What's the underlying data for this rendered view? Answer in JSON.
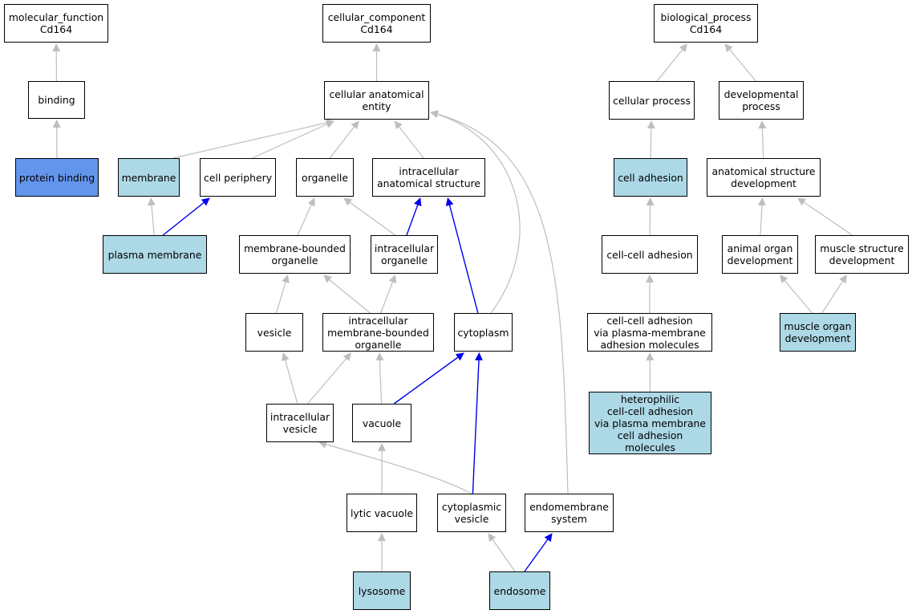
{
  "colors": {
    "edge_default": "#bebebe",
    "edge_highlight": "#0000ee",
    "node_highlight": "#add8e6",
    "node_strong": "#6495ed"
  },
  "nodes": [
    {
      "id": "mf_root",
      "label": "molecular_function\nCd164",
      "style": "plain"
    },
    {
      "id": "binding",
      "label": "binding",
      "style": "plain"
    },
    {
      "id": "protein_binding",
      "label": "protein binding",
      "style": "strong"
    },
    {
      "id": "cc_root",
      "label": "cellular_component\nCd164",
      "style": "plain"
    },
    {
      "id": "cae",
      "label": "cellular anatomical\nentity",
      "style": "plain"
    },
    {
      "id": "membrane",
      "label": "membrane",
      "style": "highlight"
    },
    {
      "id": "cell_periphery",
      "label": "cell periphery",
      "style": "plain"
    },
    {
      "id": "organelle",
      "label": "organelle",
      "style": "plain"
    },
    {
      "id": "ias",
      "label": "intracellular\nanatomical structure",
      "style": "plain"
    },
    {
      "id": "plasma_membrane",
      "label": "plasma membrane",
      "style": "highlight"
    },
    {
      "id": "mbo",
      "label": "membrane-bounded\norganelle",
      "style": "plain"
    },
    {
      "id": "io",
      "label": "intracellular\norganelle",
      "style": "plain"
    },
    {
      "id": "vesicle",
      "label": "vesicle",
      "style": "plain"
    },
    {
      "id": "imbo",
      "label": "intracellular\nmembrane-bounded\norganelle",
      "style": "plain"
    },
    {
      "id": "cytoplasm",
      "label": "cytoplasm",
      "style": "plain"
    },
    {
      "id": "iv",
      "label": "intracellular\nvesicle",
      "style": "plain"
    },
    {
      "id": "vacuole",
      "label": "vacuole",
      "style": "plain"
    },
    {
      "id": "lytic_vacuole",
      "label": "lytic vacuole",
      "style": "plain"
    },
    {
      "id": "cv",
      "label": "cytoplasmic\nvesicle",
      "style": "plain"
    },
    {
      "id": "es",
      "label": "endomembrane\nsystem",
      "style": "plain"
    },
    {
      "id": "lysosome",
      "label": "lysosome",
      "style": "highlight"
    },
    {
      "id": "endosome",
      "label": "endosome",
      "style": "highlight"
    },
    {
      "id": "bp_root",
      "label": "biological_process\nCd164",
      "style": "plain"
    },
    {
      "id": "cp",
      "label": "cellular process",
      "style": "plain"
    },
    {
      "id": "dp",
      "label": "developmental\nprocess",
      "style": "plain"
    },
    {
      "id": "cell_adhesion",
      "label": "cell adhesion",
      "style": "highlight"
    },
    {
      "id": "asd",
      "label": "anatomical structure\ndevelopment",
      "style": "plain"
    },
    {
      "id": "cca",
      "label": "cell-cell adhesion",
      "style": "plain"
    },
    {
      "id": "aod",
      "label": "animal organ\ndevelopment",
      "style": "plain"
    },
    {
      "id": "msd",
      "label": "muscle structure\ndevelopment",
      "style": "plain"
    },
    {
      "id": "ccapm",
      "label": "cell-cell adhesion\nvia plasma-membrane\nadhesion molecules",
      "style": "plain"
    },
    {
      "id": "mod",
      "label": "muscle organ\ndevelopment",
      "style": "highlight"
    },
    {
      "id": "hcca",
      "label": "heterophilic\ncell-cell adhesion\nvia plasma membrane\ncell adhesion\nmolecules",
      "style": "highlight"
    }
  ],
  "edges": [
    {
      "from": "binding",
      "to": "mf_root",
      "kind": "is_a"
    },
    {
      "from": "protein_binding",
      "to": "binding",
      "kind": "is_a"
    },
    {
      "from": "cae",
      "to": "cc_root",
      "kind": "is_a"
    },
    {
      "from": "membrane",
      "to": "cae",
      "kind": "is_a"
    },
    {
      "from": "cell_periphery",
      "to": "cae",
      "kind": "is_a"
    },
    {
      "from": "organelle",
      "to": "cae",
      "kind": "is_a"
    },
    {
      "from": "ias",
      "to": "cae",
      "kind": "is_a"
    },
    {
      "from": "cytoplasm",
      "to": "cae",
      "kind": "is_a"
    },
    {
      "from": "es",
      "to": "cae",
      "kind": "is_a"
    },
    {
      "from": "plasma_membrane",
      "to": "membrane",
      "kind": "is_a"
    },
    {
      "from": "plasma_membrane",
      "to": "cell_periphery",
      "kind": "part_of"
    },
    {
      "from": "mbo",
      "to": "organelle",
      "kind": "is_a"
    },
    {
      "from": "io",
      "to": "organelle",
      "kind": "is_a"
    },
    {
      "from": "io",
      "to": "ias",
      "kind": "part_of"
    },
    {
      "from": "cytoplasm",
      "to": "ias",
      "kind": "part_of"
    },
    {
      "from": "vesicle",
      "to": "mbo",
      "kind": "is_a"
    },
    {
      "from": "imbo",
      "to": "mbo",
      "kind": "is_a"
    },
    {
      "from": "imbo",
      "to": "io",
      "kind": "is_a"
    },
    {
      "from": "iv",
      "to": "vesicle",
      "kind": "is_a"
    },
    {
      "from": "iv",
      "to": "imbo",
      "kind": "is_a"
    },
    {
      "from": "vacuole",
      "to": "imbo",
      "kind": "is_a"
    },
    {
      "from": "vacuole",
      "to": "cytoplasm",
      "kind": "part_of"
    },
    {
      "from": "cv",
      "to": "cytoplasm",
      "kind": "part_of"
    },
    {
      "from": "cv",
      "to": "iv",
      "kind": "is_a"
    },
    {
      "from": "lytic_vacuole",
      "to": "vacuole",
      "kind": "is_a"
    },
    {
      "from": "lysosome",
      "to": "lytic_vacuole",
      "kind": "is_a"
    },
    {
      "from": "endosome",
      "to": "cv",
      "kind": "is_a"
    },
    {
      "from": "endosome",
      "to": "es",
      "kind": "part_of"
    },
    {
      "from": "cp",
      "to": "bp_root",
      "kind": "is_a"
    },
    {
      "from": "dp",
      "to": "bp_root",
      "kind": "is_a"
    },
    {
      "from": "cell_adhesion",
      "to": "cp",
      "kind": "is_a"
    },
    {
      "from": "asd",
      "to": "dp",
      "kind": "is_a"
    },
    {
      "from": "cca",
      "to": "cell_adhesion",
      "kind": "is_a"
    },
    {
      "from": "aod",
      "to": "asd",
      "kind": "is_a"
    },
    {
      "from": "msd",
      "to": "asd",
      "kind": "is_a"
    },
    {
      "from": "ccapm",
      "to": "cca",
      "kind": "is_a"
    },
    {
      "from": "mod",
      "to": "aod",
      "kind": "is_a"
    },
    {
      "from": "mod",
      "to": "msd",
      "kind": "is_a"
    },
    {
      "from": "hcca",
      "to": "ccapm",
      "kind": "is_a"
    }
  ]
}
